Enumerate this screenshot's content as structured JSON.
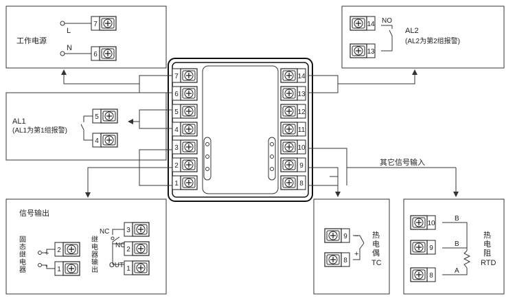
{
  "power": {
    "title": "工作电源",
    "l_label": "L",
    "n_label": "N",
    "term_l": "7",
    "term_n": "6"
  },
  "al2": {
    "title": "AL2",
    "subtitle": "(AL2为第2组报警)",
    "no_label": "NO",
    "term_a": "14",
    "term_b": "13"
  },
  "al1": {
    "title": "AL1",
    "subtitle": "(AL1为第1组报警)",
    "term_a": "5",
    "term_b": "4"
  },
  "center": {
    "left_terms": [
      "7",
      "6",
      "5",
      "4",
      "3",
      "2",
      "1"
    ],
    "right_terms": [
      "14",
      "13",
      "12",
      "11",
      "10",
      "9",
      "8"
    ]
  },
  "signal_input": {
    "label": "其它信号输入"
  },
  "signal_output": {
    "title": "信号输出",
    "ssr_label_chars": [
      "固",
      "态",
      "继",
      "电",
      "器"
    ],
    "relay_label_chars": [
      "继",
      "电",
      "器",
      "输",
      "出"
    ],
    "plus": "+",
    "minus": "-",
    "nc": "NC",
    "no": "NO",
    "out": "OUT",
    "ssr_terms": [
      "2",
      "1"
    ],
    "relay_terms": [
      "3",
      "2",
      "1"
    ]
  },
  "tc": {
    "label_chars": [
      "热",
      "电",
      "偶"
    ],
    "tc": "TC",
    "minus": "−",
    "plus": "+",
    "terms": [
      "9",
      "8"
    ]
  },
  "rtd": {
    "label_chars": [
      "热",
      "电",
      "阻"
    ],
    "rtd": "RTD",
    "b1": "B",
    "b2": "B",
    "a": "A",
    "terms": [
      "10",
      "9",
      "8"
    ]
  }
}
